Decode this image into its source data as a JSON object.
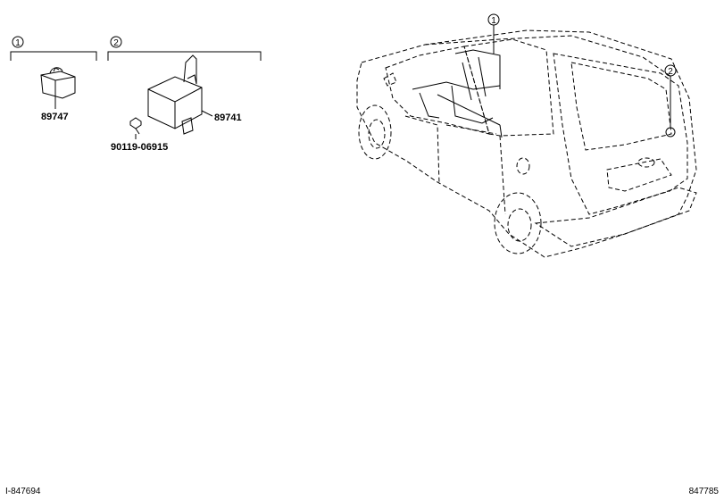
{
  "callouts": [
    {
      "id": "1",
      "symbol": "①"
    },
    {
      "id": "2",
      "symbol": "②"
    }
  ],
  "parts": {
    "part_89747": "89747",
    "part_89741": "89741",
    "bolt": "90119-06915"
  },
  "footer": {
    "left_code": "I-847694",
    "right_code": "847785"
  }
}
